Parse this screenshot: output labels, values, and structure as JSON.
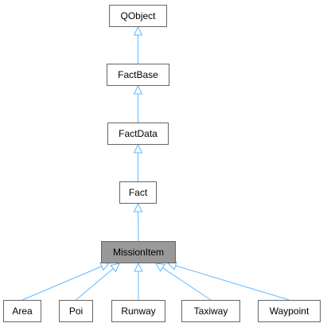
{
  "diagram": {
    "type": "inheritance-graph",
    "colors": {
      "edge": "#63b8ff",
      "node_border": "#666666",
      "current_fill": "#999999"
    },
    "nodes": [
      {
        "id": "qobject",
        "label": "QObject"
      },
      {
        "id": "factbase",
        "label": "FactBase"
      },
      {
        "id": "factdata",
        "label": "FactData"
      },
      {
        "id": "fact",
        "label": "Fact"
      },
      {
        "id": "missionitem",
        "label": "MissionItem",
        "current": true
      },
      {
        "id": "area",
        "label": "Area"
      },
      {
        "id": "poi",
        "label": "Poi"
      },
      {
        "id": "runway",
        "label": "Runway"
      },
      {
        "id": "taxiway",
        "label": "Taxiway"
      },
      {
        "id": "waypoint",
        "label": "Waypoint"
      }
    ],
    "edges": [
      {
        "from": "factbase",
        "to": "qobject"
      },
      {
        "from": "factdata",
        "to": "factbase"
      },
      {
        "from": "fact",
        "to": "factdata"
      },
      {
        "from": "missionitem",
        "to": "fact"
      },
      {
        "from": "area",
        "to": "missionitem"
      },
      {
        "from": "poi",
        "to": "missionitem"
      },
      {
        "from": "runway",
        "to": "missionitem"
      },
      {
        "from": "taxiway",
        "to": "missionitem"
      },
      {
        "from": "waypoint",
        "to": "missionitem"
      }
    ]
  }
}
